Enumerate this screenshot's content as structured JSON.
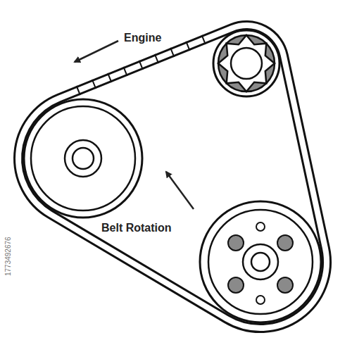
{
  "diagram": {
    "labels": [
      "Engine",
      "Belt Rotation",
      "1773492676"
    ]
  }
}
